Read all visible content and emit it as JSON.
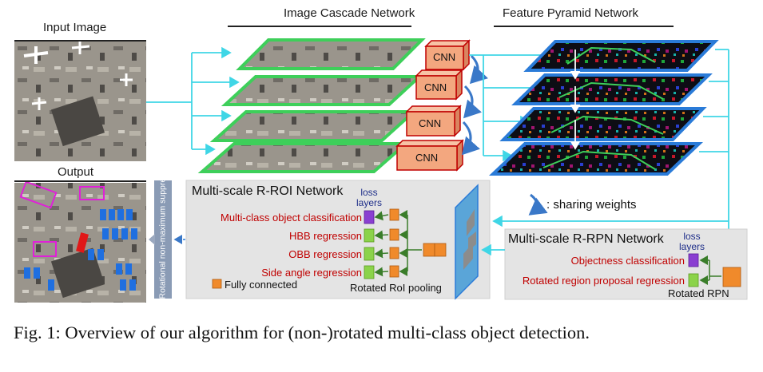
{
  "headers": {
    "input_image": "Input Image",
    "image_cascade": "Image Cascade Network",
    "feature_pyramid": "Feature Pyramid Network",
    "output": "Output"
  },
  "cnn_label": "CNN",
  "sharing_weights": ": sharing weights",
  "nms_label": "Rotational non-maximum suppression",
  "roi": {
    "title": "Multi-scale R-ROI Network",
    "loss_layers_line1": "loss",
    "loss_layers_line2": "layers",
    "outputs": [
      "Multi-class object classification",
      "HBB regression",
      "OBB regression",
      "Side angle regression"
    ],
    "legend": "Fully connected",
    "pooling": "Rotated RoI pooling"
  },
  "rpn": {
    "title": "Multi-scale R-RPN Network",
    "loss_layers_line1": "loss",
    "loss_layers_line2": "layers",
    "outputs": [
      "Objectness classification",
      "Rotated region proposal regression"
    ],
    "label": "Rotated RPN"
  },
  "caption": "Fig. 1: Overview of our algorithm for (non-)rotated multi-class object detection.",
  "colors": {
    "arrow": "#3fd6e6",
    "cascade_border": "#3ecf5a",
    "cnn_fill": "#f3a77f",
    "cnn_border": "#c00000",
    "pyramid_border": "#2a7bd8",
    "red_text": "#c00000",
    "panel": "#e4e4e4",
    "nms_box": "#8a9bb5",
    "loss_purple": "#8a3fd1",
    "loss_green": "#8bd34a",
    "fc_orange": "#f08a2b"
  }
}
